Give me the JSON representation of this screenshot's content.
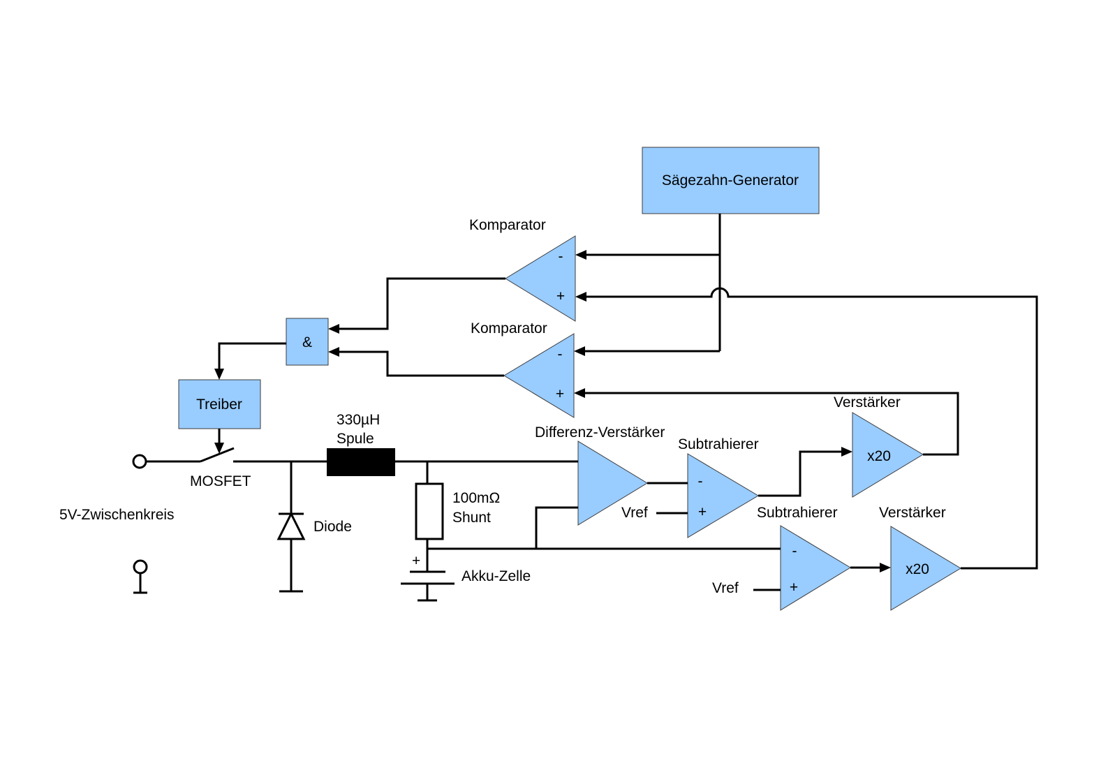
{
  "colors": {
    "block_fill": "#99ccff",
    "wire": "#000000",
    "inductor": "#000000"
  },
  "blocks": {
    "saw_generator": "Sägezahn-Generator",
    "and_gate": "&",
    "driver": "Treiber"
  },
  "labels": {
    "comparator_top": "Komparator",
    "comparator_bottom": "Komparator",
    "diff_amp": "Differenz-Verstärker",
    "subtractor_top": "Subtrahierer",
    "subtractor_bottom": "Subtrahierer",
    "amp_top": "Verstärker",
    "amp_bottom": "Verstärker",
    "gain_top": "x20",
    "gain_bottom": "x20",
    "vref_top": "Vref",
    "vref_bottom": "Vref",
    "inductor_value": "330µH",
    "inductor_name": "Spule",
    "shunt_value": "100mΩ",
    "shunt_name": "Shunt",
    "battery": "Akku-Zelle",
    "mosfet": "MOSFET",
    "diode": "Diode",
    "supply": "5V-Zwischenkreis",
    "minus": "-",
    "plus": "+"
  }
}
